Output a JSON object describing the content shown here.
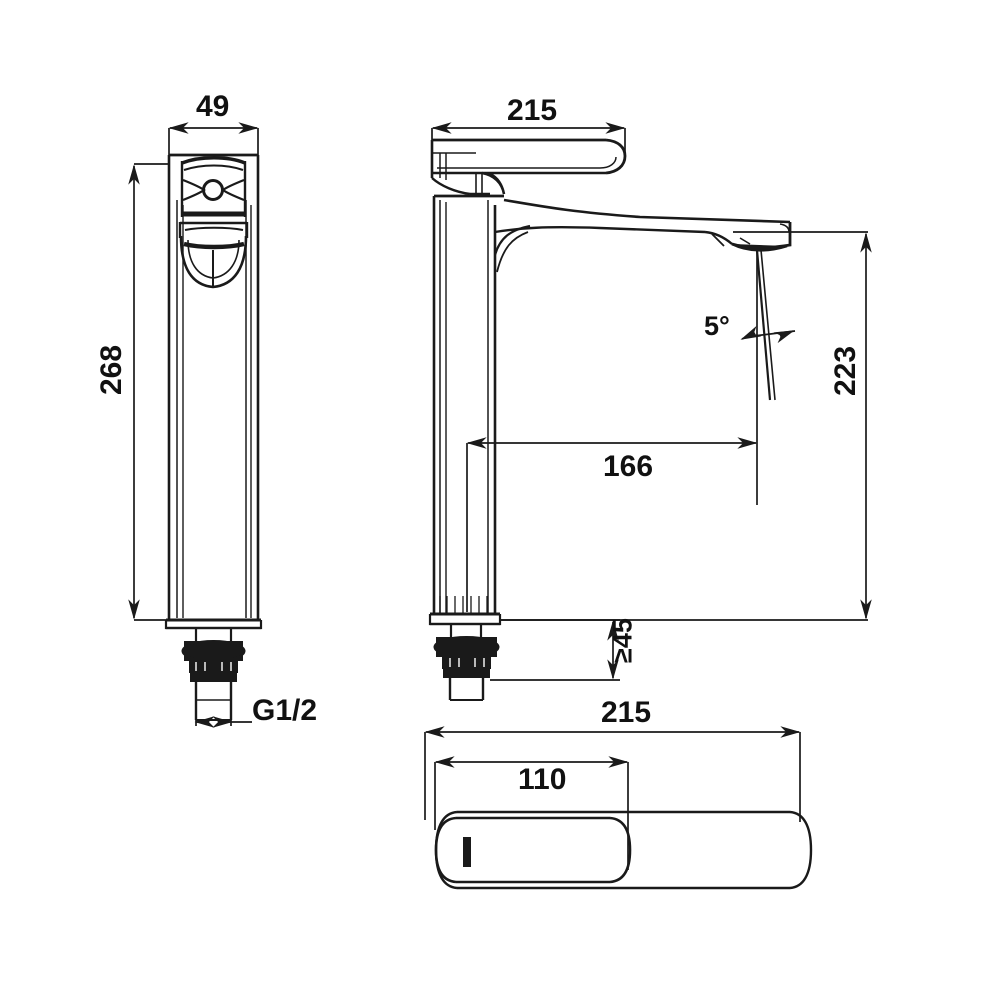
{
  "drawing": {
    "title": "Basin mixer tap technical dimension drawing",
    "units": "mm",
    "line_color": "#1a1a1a",
    "background_color": "#ffffff",
    "views": [
      {
        "name": "front-view",
        "label": "front elevation of tall basin mixer"
      },
      {
        "name": "side-view",
        "label": "side elevation of tall basin mixer"
      },
      {
        "name": "top-view",
        "label": "top plan view of lever handle and spout"
      }
    ],
    "dimensions": {
      "front_width": "49",
      "front_height": "268",
      "thread_spec": "G1/2",
      "side_top_width": "215",
      "spout_height": "223",
      "spout_reach": "166",
      "aerator_angle": "5°",
      "min_deck_thickness": "≥45",
      "plan_total_length": "215",
      "plan_handle_length": "110"
    }
  }
}
